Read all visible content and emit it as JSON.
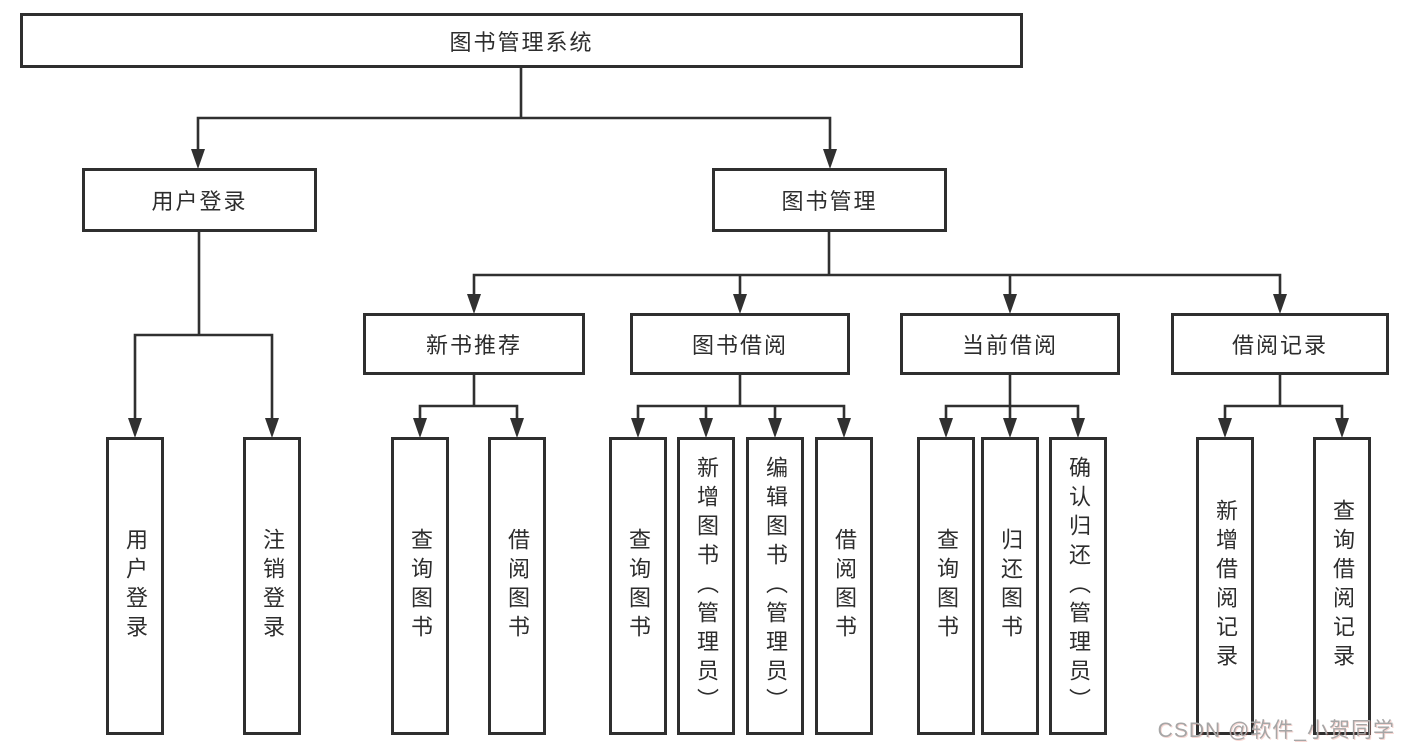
{
  "diagram": {
    "root": {
      "label": "图书管理系统"
    },
    "branches": [
      {
        "label": "用户登录",
        "children": [
          {
            "label": "用户登录"
          },
          {
            "label": "注销登录"
          }
        ]
      },
      {
        "label": "图书管理",
        "children": [
          {
            "label": "新书推荐",
            "children": [
              {
                "label": "查询图书"
              },
              {
                "label": "借阅图书"
              }
            ]
          },
          {
            "label": "图书借阅",
            "children": [
              {
                "label": "查询图书"
              },
              {
                "label": "新增图书（管理员）"
              },
              {
                "label": "编辑图书（管理员）"
              },
              {
                "label": "借阅图书"
              }
            ]
          },
          {
            "label": "当前借阅",
            "children": [
              {
                "label": "查询图书"
              },
              {
                "label": "归还图书"
              },
              {
                "label": "确认归还（管理员）"
              }
            ]
          },
          {
            "label": "借阅记录",
            "children": [
              {
                "label": "新增借阅记录"
              },
              {
                "label": "查询借阅记录"
              }
            ]
          }
        ]
      }
    ]
  },
  "watermark": {
    "text": "CSDN @软件_小贺同学"
  },
  "colors": {
    "line": "#303030",
    "box_border": "#2f2f2f",
    "text": "#2d2d2d",
    "watermark": "#a6a6a6",
    "background": "#ffffff"
  }
}
